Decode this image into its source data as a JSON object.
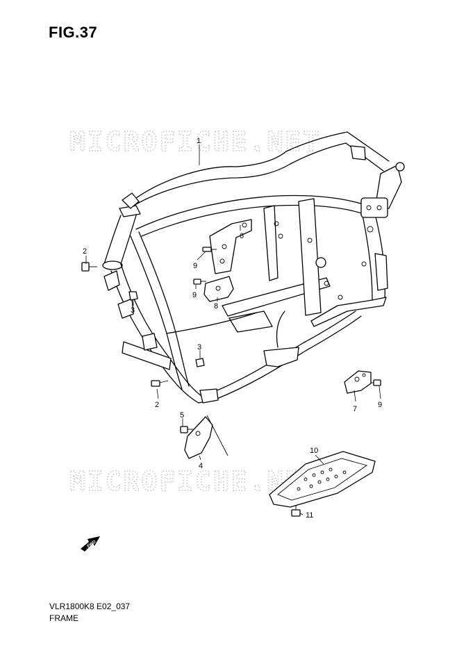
{
  "figure_title": "FIG.37",
  "watermark": "MICROFICHE.NET",
  "model_code": "VLR1800K8 E02_037",
  "caption": "FRAME",
  "fwd_label": "FWD",
  "callouts": {
    "c1": "1",
    "c2a": "2",
    "c2b": "2",
    "c3a": "3",
    "c3b": "3",
    "c4": "4",
    "c5": "5",
    "c6": "6",
    "c7": "7",
    "c8": "8",
    "c9a": "9",
    "c9b": "9",
    "c9c": "9",
    "c10": "10",
    "c11": "11"
  }
}
